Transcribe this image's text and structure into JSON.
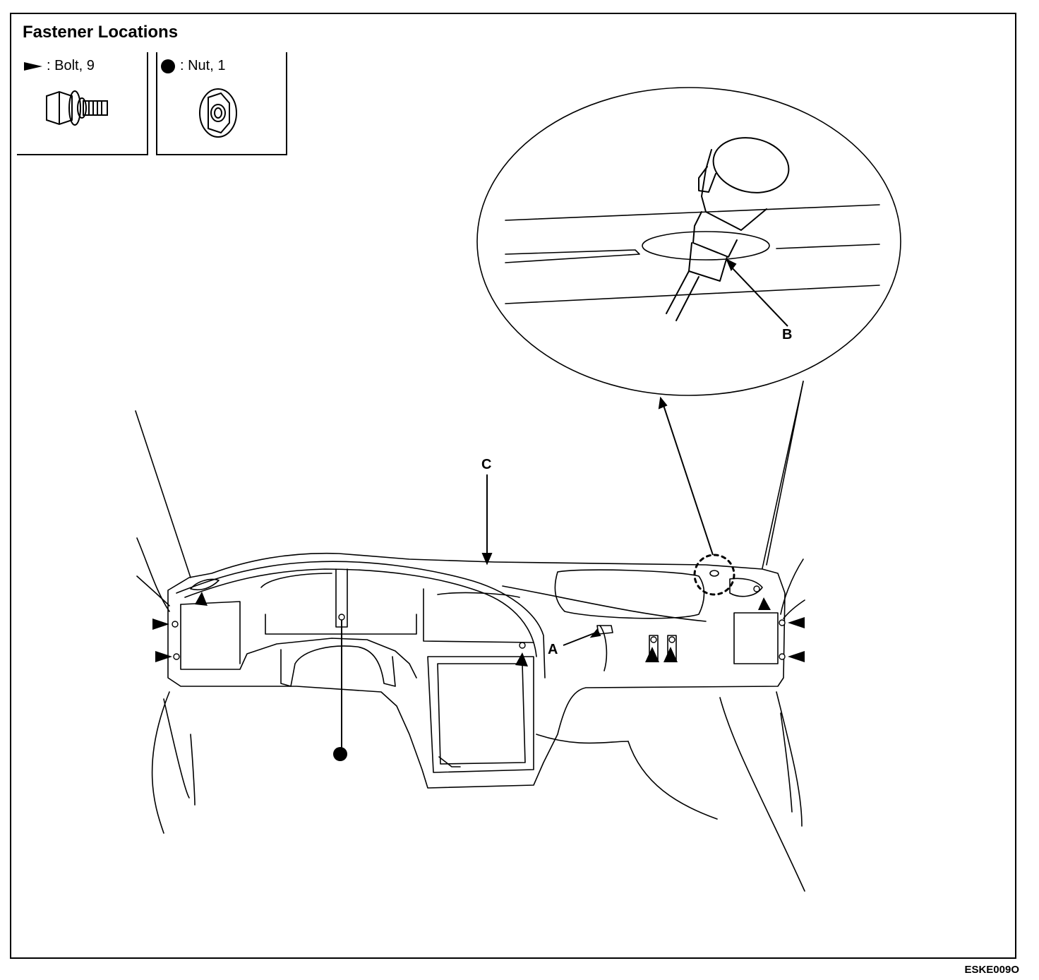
{
  "legend": {
    "title": "Fastener Locations",
    "bolt_label": ": Bolt, 9",
    "nut_label": ": Nut, 1",
    "bolt_icon": "bolt-triangle-icon",
    "nut_icon": "nut-circle-icon"
  },
  "callouts": {
    "a": "A",
    "b": "B",
    "c": "C"
  },
  "figure_code": "ESKE009O",
  "colors": {
    "ink": "#000000",
    "paper": "#ffffff"
  }
}
